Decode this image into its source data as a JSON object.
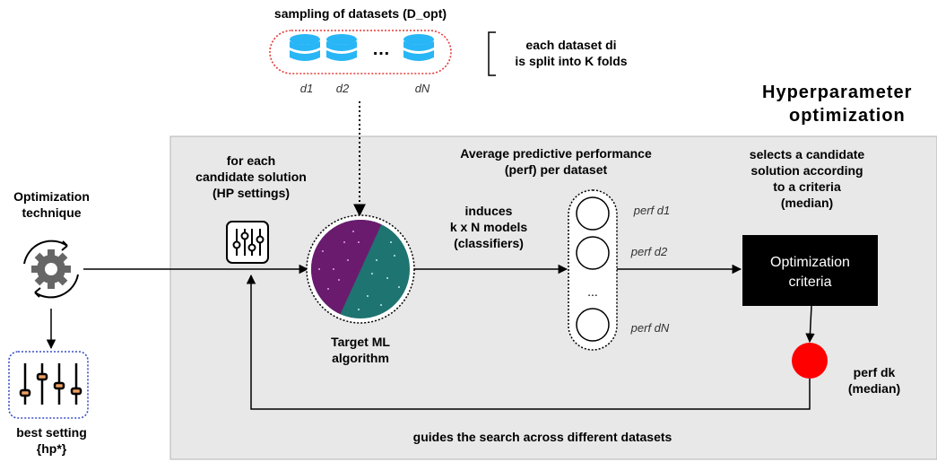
{
  "datasets": {
    "title": "sampling of datasets (D_opt)",
    "ellipsis": "…",
    "labels": [
      "d1",
      "d2",
      "dN"
    ],
    "note_lines": [
      "each dataset di",
      "is split into K folds"
    ],
    "border_color": "#e53935",
    "icon_color": "#29b6f6"
  },
  "main_title": [
    "Hyperparameter",
    "optimization"
  ],
  "candidate_lines": [
    "for each",
    "candidate solution",
    "(HP settings)"
  ],
  "avg_perf_lines": [
    "Average predictive performance",
    "(perf) per dataset"
  ],
  "selects_lines": [
    "selects a candidate",
    "solution according",
    "to a criteria",
    "(median)"
  ],
  "opt_technique_lines": [
    "Optimization",
    "technique"
  ],
  "induces_lines": [
    "induces",
    "k x N models",
    "(classifiers)"
  ],
  "perf_labels": [
    "perf d1",
    "perf d2",
    "perf dN"
  ],
  "perf_ellipsis": "...",
  "criteria_lines": [
    "Optimization",
    "criteria"
  ],
  "target_lines": [
    "Target ML",
    "algorithm"
  ],
  "perf_dk_lines": [
    "perf dk",
    "(median)"
  ],
  "best_setting_lines": [
    "best setting",
    "{hp*}"
  ],
  "guides": "guides the search across different datasets",
  "colors": {
    "panel_bg": "#e8e8e8",
    "panel_border": "#b5b5b5",
    "criteria_bg": "#000000",
    "median_dot": "#ff0000",
    "algo_purple": "#6a1b6e",
    "algo_teal": "#1e7470",
    "best_border": "#3a4fc8",
    "slider_knob": "#f0a060"
  }
}
